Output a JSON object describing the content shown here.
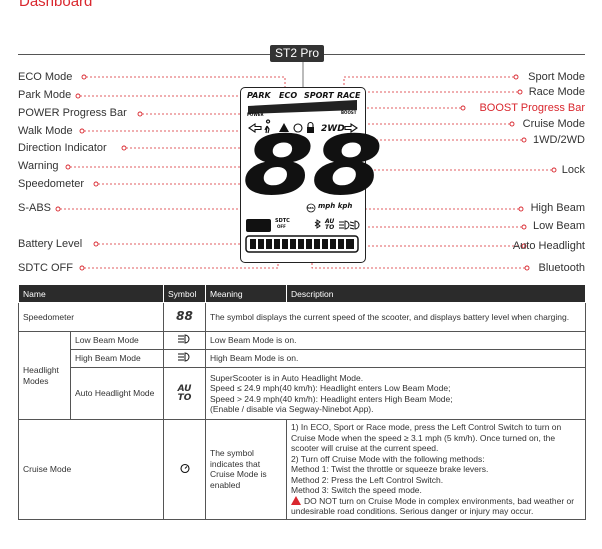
{
  "title": "Dashboard",
  "model": "ST2 Pro",
  "left_labels": [
    "ECO Mode",
    "Park Mode",
    "POWER Progress Bar",
    "Walk Mode",
    "Direction Indicator",
    "Warning",
    "Speedometer",
    "S-ABS",
    "Battery Level",
    "SDTC OFF"
  ],
  "right_labels": [
    "Sport Mode",
    "Race Mode",
    "BOOST Progress Bar",
    "Cruise Mode",
    "1WD/2WD",
    "Lock",
    "High Beam",
    "Low Beam",
    "Auto Headlight",
    "Bluetooth"
  ],
  "colors": {
    "accent": "#d9272e",
    "header_bg": "#2b2b2b"
  },
  "lcd": {
    "modes": [
      "PARK",
      "ECO",
      "SPORT",
      "RACE"
    ],
    "power": "POWER",
    "boost": "BOOST",
    "drive": "2WD",
    "speed": "88",
    "abs": "ABS",
    "unit": "mph kph",
    "sdtc": "SDTC",
    "sdtc_off": "OFF",
    "auto": "AU",
    "to": "TO",
    "icons": [
      "arrow-left-icon",
      "walk-icon",
      "warning-icon",
      "cruise-icon",
      "lock-icon",
      "arrow-right-icon",
      "bluetooth-icon",
      "high-beam-icon",
      "low-beam-icon",
      "battery-icon"
    ]
  },
  "table": {
    "headers": [
      "Name",
      "Symbol",
      "Meaning",
      "Description"
    ],
    "speedometer": {
      "name": "Speedometer",
      "symbol": "88",
      "meaning": "The symbol displays the current speed of the scooter, and displays battery level when charging."
    },
    "headlight": {
      "group": "Headlight Modes",
      "low": {
        "name": "Low Beam Mode",
        "meaning": "Low Beam Mode is on."
      },
      "high": {
        "name": "High Beam Mode",
        "meaning": "High Beam Mode is on."
      },
      "auto": {
        "name": "Auto Headlight Mode",
        "symbol_top": "AU",
        "symbol_bottom": "TO",
        "lines": [
          "SuperScooter is in Auto Headlight Mode.",
          "Speed ≤ 24.9 mph(40 km/h): Headlight enters Low Beam Mode;",
          "Speed > 24.9 mph(40 km/h): Headlight enters High Beam Mode;",
          " (Enable / disable via Segway-Ninebot App)."
        ]
      }
    },
    "cruise": {
      "name": "Cruise Mode",
      "meaning": "The symbol indicates that Cruise Mode is enabled",
      "lines": [
        "1) In ECO, Sport or Race mode, press the Left Control Switch to turn on Cruise Mode when the speed ≥ 3.1 mph (5 km/h). Once turned on, the scooter will cruise at the current speed.",
        "2) Turn off Cruise Mode with the following methods:",
        "Method 1: Twist the throttle or squeeze brake levers.",
        "Method 2: Press the Left Control Switch.",
        "Method 3: Switch the speed mode."
      ],
      "warning": "DO NOT turn on Cruise Mode in complex environments, bad weather or undesirable road conditions. Serious danger or injury may occur."
    }
  }
}
